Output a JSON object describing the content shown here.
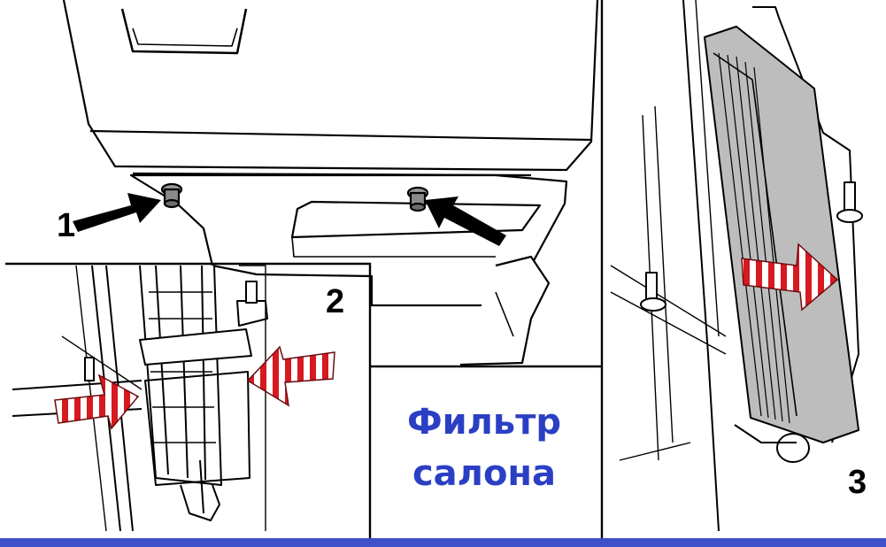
{
  "steps": {
    "step1": "1",
    "step2": "2",
    "step3": "3"
  },
  "caption": {
    "line1": "Фильтр",
    "line2": "салона"
  },
  "colors": {
    "caption": "#2b3fc4",
    "arrow_red": "#d71920",
    "filter_gray": "#bdbdbd",
    "bottom_bar": "#3f51c8"
  }
}
